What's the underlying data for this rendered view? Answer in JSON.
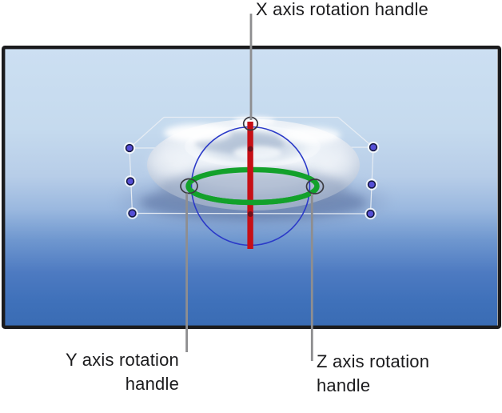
{
  "labels": {
    "x": "X axis rotation handle",
    "y_line1": "Y axis rotation",
    "y_line2": "handle",
    "z_line1": "Z axis rotation",
    "z_line2": "handle"
  },
  "colors": {
    "x_handle_red": "#c60f16",
    "x_handle_dot_dark_red": "#70101a",
    "z_handle_green": "#13a12b",
    "rotation_sphere_blue": "#2b3ac8",
    "selection_dot_purple": "#554fd6",
    "callout_line_gray": "#8e8e90",
    "canvas_border": "#1b1b1d",
    "sky_top": "#ccdff2",
    "sky_bottom": "#3a6cb4"
  }
}
